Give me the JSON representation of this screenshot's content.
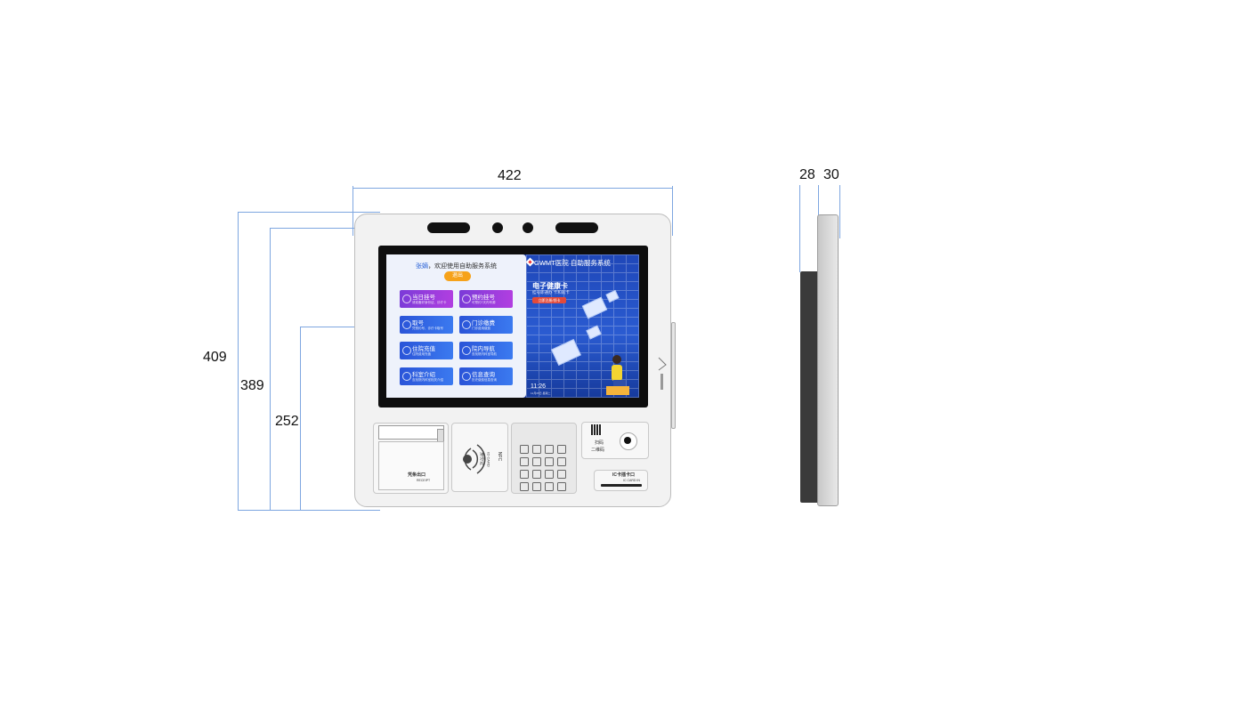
{
  "dimensions": {
    "width": "422",
    "height_total": "409",
    "height_bezel": "389",
    "height_screen": "252",
    "depth_back": "28",
    "depth_front": "30"
  },
  "screen": {
    "welcome_name": "张嫡",
    "welcome_text": "，欢迎使用自助服务系统",
    "exit_label": "退出",
    "tiles": [
      {
        "title": "当日挂号",
        "sub": "请准备好身份证、诊疗卡",
        "color": "purple"
      },
      {
        "title": "预约挂号",
        "sub": "可预约7天内号源",
        "color": "purple"
      },
      {
        "title": "取号",
        "sub": "凭预约号、诊疗卡取号",
        "color": "blue"
      },
      {
        "title": "门诊缴费",
        "sub": "门诊费用缴费",
        "color": "blue"
      },
      {
        "title": "住院充值",
        "sub": "住院费用充值",
        "color": "blue"
      },
      {
        "title": "院内导航",
        "sub": "查找院内科室导航",
        "color": "blue"
      },
      {
        "title": "科室介绍",
        "sub": "查找院内科室相关介绍",
        "color": "blue"
      },
      {
        "title": "信息查询",
        "sub": "历史缴费信息查询",
        "color": "blue"
      }
    ],
    "hospital_title": "GWMT医院 自助服务系统",
    "card_title": "电子健康卡",
    "card_sub": "挂号即通办 卡和就卡",
    "card_button": "立即注册/领卡",
    "clock": "11:26",
    "clock_sub": "12月05日 星期二"
  },
  "modules": {
    "printer_label": "凭条出口",
    "printer_sub": "RECEIPT",
    "nfc_label": "NFC",
    "idcard_label": "身份证",
    "idcard_en": "ID CARD",
    "scan_label": "扫码",
    "scan_sub": "二维码",
    "ic_label": "IC卡插卡口",
    "ic_en": "IC CARD IN"
  }
}
